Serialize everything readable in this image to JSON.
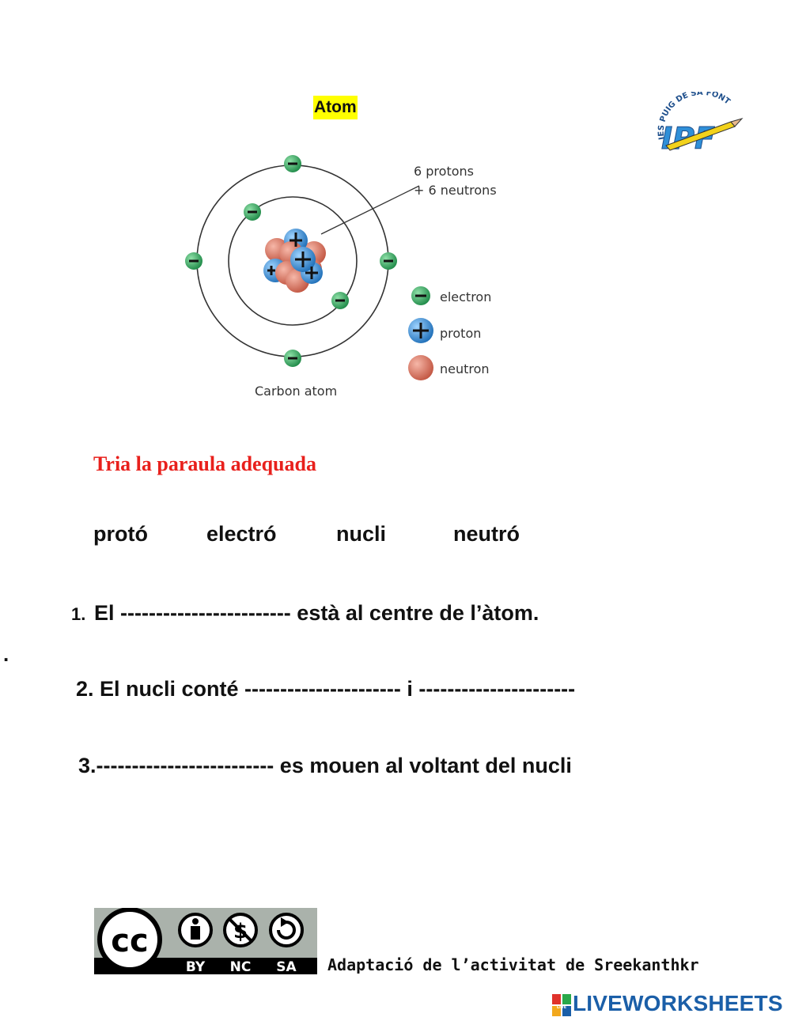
{
  "title": "Atom",
  "figure": {
    "annotation_line1": "6 protons",
    "annotation_line2": "+ 6 neutrons",
    "caption": "Carbon atom",
    "legend": [
      {
        "label": "electron",
        "color": "#2f9e5a",
        "icon": "electron-icon"
      },
      {
        "label": "proton",
        "color": "#2e8fd6",
        "icon": "proton-icon"
      },
      {
        "label": "neutron",
        "color": "#d9725f",
        "icon": "neutron-icon"
      }
    ]
  },
  "logo": {
    "ring_text": "IES PUIG DE SA FONT",
    "letters": "IPF"
  },
  "instruction": "Tria la paraula adequada",
  "word_bank": [
    "protó",
    "electró",
    "nucli",
    "neutró"
  ],
  "questions": {
    "q1_number": "1.",
    "q1_text": "El  ------------------------ està al centre de l’àtom.",
    "q2_text": "2. El nucli conté  ---------------------- i ----------------------",
    "q3_text": "3.------------------------- es mouen al voltant del nucli"
  },
  "stray_mark": ".",
  "license": {
    "badge_items": [
      "BY",
      "NC",
      "SA"
    ],
    "cc_text": "cc"
  },
  "credit": "Adaptació de l’activitat de Sreekanthkr",
  "brand": {
    "letters": "LIVE",
    "text": "LIVEWORKSHEETS"
  }
}
